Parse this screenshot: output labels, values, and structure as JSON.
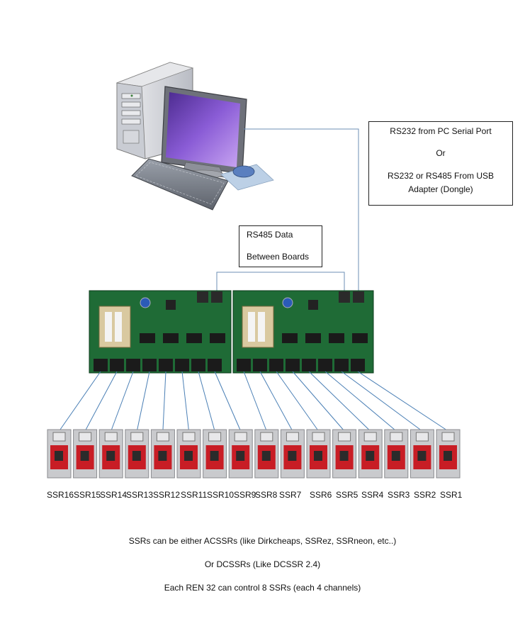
{
  "serial_box": {
    "line1": "RS232 from PC Serial Port",
    "line2": "Or",
    "line3": "RS232 or RS485 From USB",
    "line4": "Adapter (Dongle)"
  },
  "rs485_box": {
    "line1": "RS485 Data",
    "line2": "Between Boards"
  },
  "ssrs": [
    "SSR16",
    "SSR15",
    "SSR14",
    "SSR13",
    "SSR12",
    "SSR11",
    "SSR10",
    "SSR9",
    "SSR8",
    "SSR7",
    "SSR6",
    "SSR5",
    "SSR4",
    "SSR3",
    "SSR2",
    "SSR1"
  ],
  "notes": {
    "line1": "SSRs can be either ACSSRs (like Dirkcheaps, SSRez, SSRneon, etc..)",
    "line2": "Or DCSSRs (Like DCSSR 2.4)",
    "line3": "Each REN 32 can control 8 SSRs (each 4 channels)"
  },
  "colors": {
    "pcb": "#1f6b36",
    "pcb_dark": "#124a24",
    "link_line": "#4a7fb5",
    "ssr_red": "#c81d25",
    "monitor_screen": "#6b3fb6"
  }
}
